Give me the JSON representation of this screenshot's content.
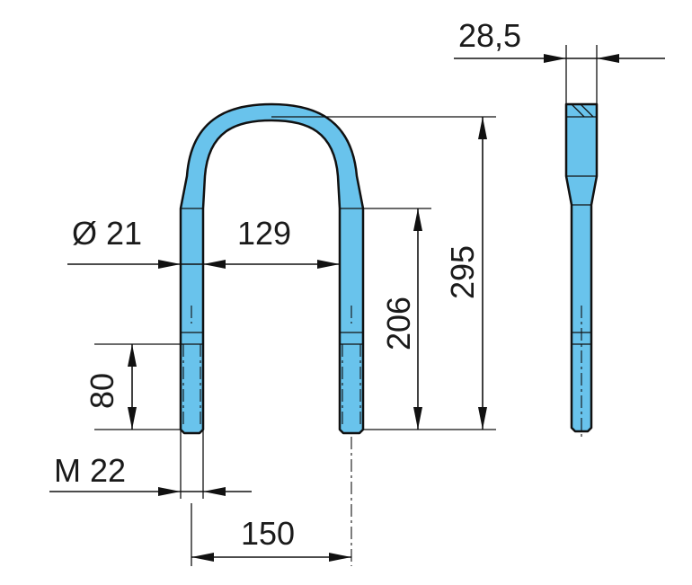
{
  "drawing": {
    "part_color": "#69c3ec",
    "line_color": "#111111",
    "dimensions": {
      "rod_diameter": "Ø  21",
      "inner_width": "129",
      "thread_length": "80",
      "thread_size": "M  22",
      "center_distance": "150",
      "straight_height": "206",
      "total_height": "295",
      "width_side_view": "28,5"
    }
  }
}
